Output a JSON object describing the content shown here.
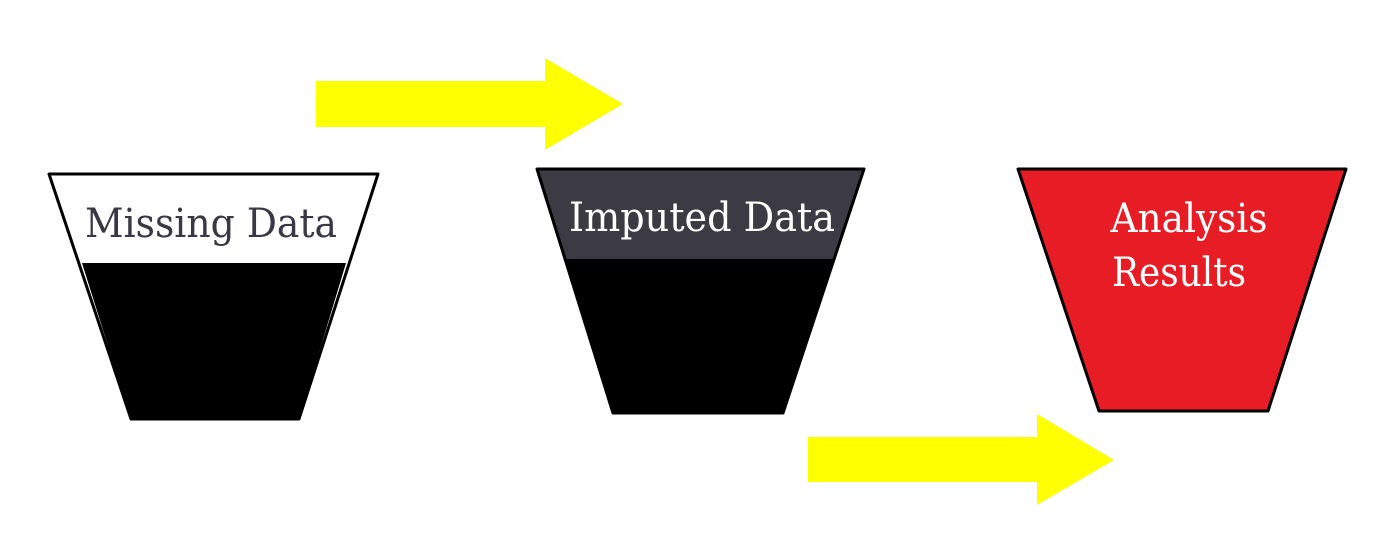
{
  "stages": [
    {
      "lines": [
        "Missing Data"
      ],
      "label_color": "#3a3845",
      "fill_top": "#ffffff",
      "fill_bottom": "#000000",
      "filled_fraction": 0.65
    },
    {
      "lines": [
        "Imputed Data"
      ],
      "label_color": "#ffffff",
      "fill_top": "#3c3b43",
      "fill_bottom": "#000000",
      "filled_fraction": 0.62
    },
    {
      "lines": [
        "Analysis",
        "Results"
      ],
      "label_color": "#ffffff",
      "fill_top": "#e81c24",
      "fill_bottom": "#e81c24",
      "filled_fraction": 0
    }
  ],
  "arrows": [
    {
      "from": 0,
      "to": 1,
      "color": "#ffff00"
    },
    {
      "from": 1,
      "to": 2,
      "color": "#ffff00"
    }
  ],
  "outline_color": "#000000",
  "background_color": "#ffffff"
}
